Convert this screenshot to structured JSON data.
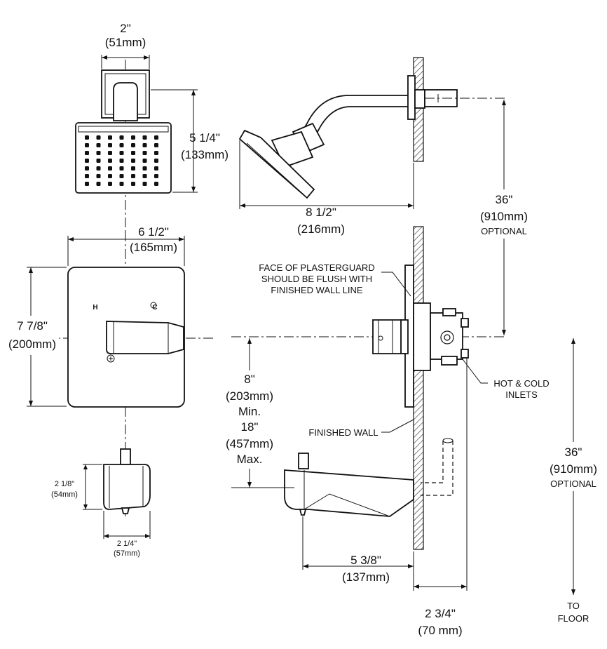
{
  "dimensions": {
    "head_width": {
      "in": "2\"",
      "mm": "(51mm)"
    },
    "head_height": {
      "in": "5 1/4\"",
      "mm": "(133mm)"
    },
    "arm_projection": {
      "in": "8 1/2\"",
      "mm": "(216mm)"
    },
    "trim_width": {
      "in": "6 1/2\"",
      "mm": "(165mm)"
    },
    "trim_height": {
      "in": "7 7/8\"",
      "mm": "(200mm)"
    },
    "spout_height": {
      "in": "2 1/8\"",
      "mm": "(54mm)"
    },
    "spout_width": {
      "in": "2 1/4\"",
      "mm": "(57mm)"
    },
    "valve_to_shower": {
      "in": "36\"",
      "mm": "(910mm)",
      "note": "OPTIONAL"
    },
    "valve_to_spout": {
      "min_in": "8\"",
      "min_mm": "(203mm)",
      "min_label": "Min.",
      "max_in": "18\"",
      "max_mm": "(457mm)",
      "max_label": "Max."
    },
    "spout_projection": {
      "in": "5 3/8\"",
      "mm": "(137mm)"
    },
    "wall_depth": {
      "in": "2 3/4\"",
      "mm": "(70 mm)"
    },
    "valve_to_floor": {
      "in": "36\"",
      "mm": "(910mm)",
      "note": "OPTIONAL",
      "to": "TO",
      "floor": "FLOOR"
    }
  },
  "callouts": {
    "plasterguard": [
      "FACE OF PLASTERGUARD",
      "SHOULD BE FLUSH WITH",
      "FINISHED WALL LINE"
    ],
    "inlets": [
      "HOT & COLD",
      "INLETS"
    ],
    "finished_wall": "FINISHED WALL"
  },
  "handle_marks": {
    "hot": "H",
    "cold": "C"
  }
}
